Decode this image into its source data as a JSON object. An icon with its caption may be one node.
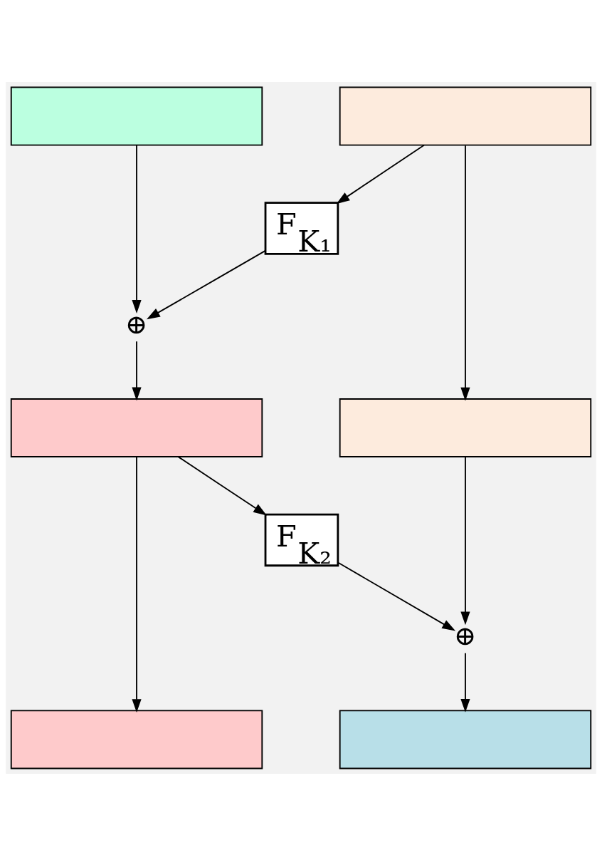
{
  "diagram": {
    "nodes": [
      {
        "text": [],
        "shape": "box"
      },
      {
        "text": [],
        "shape": "box"
      },
      {
        "text": [
          "F$_{K₁}$"
        ]
      },
      {
        "text": [
          "⊕"
        ]
      },
      {
        "text": [],
        "shape": "box"
      },
      {
        "text": [],
        "shape": "box"
      },
      {
        "text": [
          "F$_{K₂}$"
        ]
      },
      {
        "text": [
          "⊕"
        ]
      },
      {
        "text": [],
        "shape": "box"
      },
      {
        "text": [],
        "shape": "box"
      }
    ],
    "edges": [
      {
        "from": 1,
        "to": 2,
        "arrow": "to"
      },
      {
        "from": 1,
        "to": 4,
        "arrow": "to"
      },
      {
        "from": 0,
        "to": 3,
        "arrow": "to"
      },
      {
        "from": 2,
        "to": 3,
        "arrow": "to"
      },
      {
        "from": 3,
        "to": 5,
        "arrow": "to"
      },
      {
        "from": 5,
        "to": 6,
        "arrow": "to"
      },
      {
        "from": 5,
        "to": 8,
        "arrow": "to"
      },
      {
        "from": 4,
        "to": 7,
        "arrow": "to"
      },
      {
        "from": 6,
        "to": 7,
        "arrow": "to"
      },
      {
        "from": 7,
        "to": 9,
        "arrow": "to"
      }
    ]
  }
}
